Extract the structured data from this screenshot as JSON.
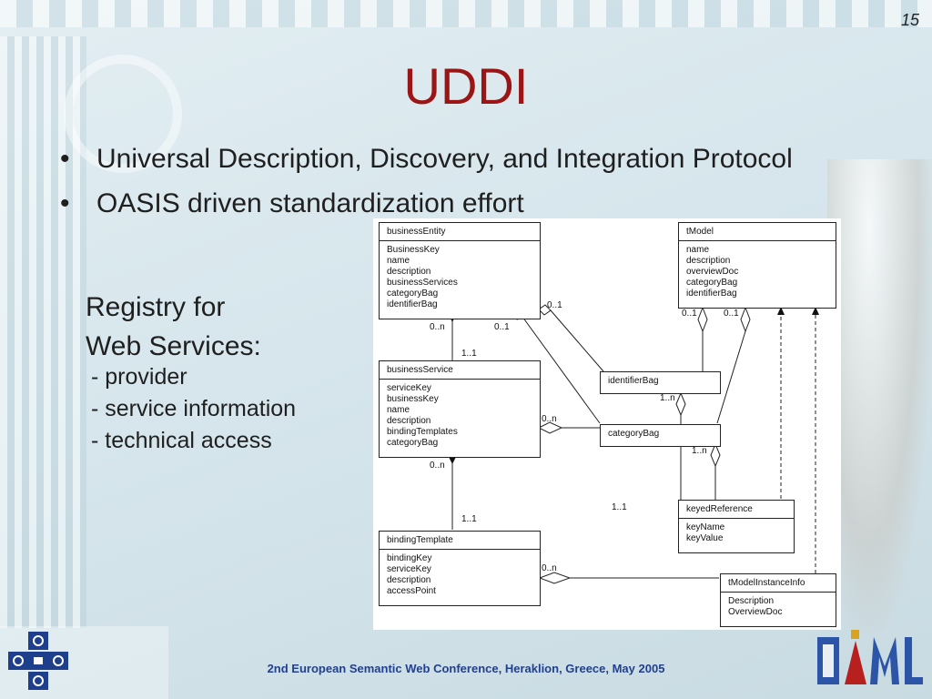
{
  "slide": {
    "number": "15",
    "title": "UDDI",
    "bullets": [
      "Universal Description, Discovery, and Integration Protocol",
      "OASIS driven standardization effort"
    ],
    "side_title_lines": [
      "Registry for",
      "Web Services:"
    ],
    "side_items": [
      "- provider",
      "- service information",
      "- technical access"
    ],
    "footer": "2nd European Semantic Web Conference, Heraklion, Greece, May 2005"
  },
  "diagram": {
    "classes": {
      "businessEntity": {
        "name": "businessEntity",
        "attrs": [
          "BusinessKey",
          "name",
          "description",
          "businessServices",
          "categoryBag",
          "identifierBag"
        ]
      },
      "tModel": {
        "name": "tModel",
        "attrs": [
          "name",
          "description",
          "overviewDoc",
          "categoryBag",
          "identifierBag"
        ]
      },
      "businessService": {
        "name": "businessService",
        "attrs": [
          "serviceKey",
          "businessKey",
          "name",
          "description",
          "bindingTemplates",
          "categoryBag"
        ]
      },
      "identifierBag": {
        "name": "identifierBag"
      },
      "categoryBag": {
        "name": "categoryBag"
      },
      "keyedReference": {
        "name": "keyedReference",
        "attrs": [
          "keyName",
          "keyValue"
        ]
      },
      "bindingTemplate": {
        "name": "bindingTemplate",
        "attrs": [
          "bindingKey",
          "serviceKey",
          "description",
          "accessPoint"
        ]
      },
      "tModelInstanceInfo": {
        "name": "tModelInstanceInfo",
        "attrs": [
          "Description",
          "OverviewDoc"
        ]
      }
    },
    "multiplicities": {
      "be_bs_top": "0..n",
      "be_bag": "0..1",
      "be_bag2": "0..1",
      "bs_be": "1..1",
      "tm_idbag": "0..1",
      "tm_catbag": "0..1",
      "idbag_kr": "1..n",
      "bs_catbag": "0..n",
      "catbag_kr": "1..n",
      "bs_bt": "0..n",
      "bt_bs": "1..1",
      "kr_left": "1..1",
      "bt_tmii": "0..n"
    }
  },
  "colors": {
    "title": "#9a1616",
    "footer": "#21408f",
    "logo_blue": "#1d3f8c"
  }
}
